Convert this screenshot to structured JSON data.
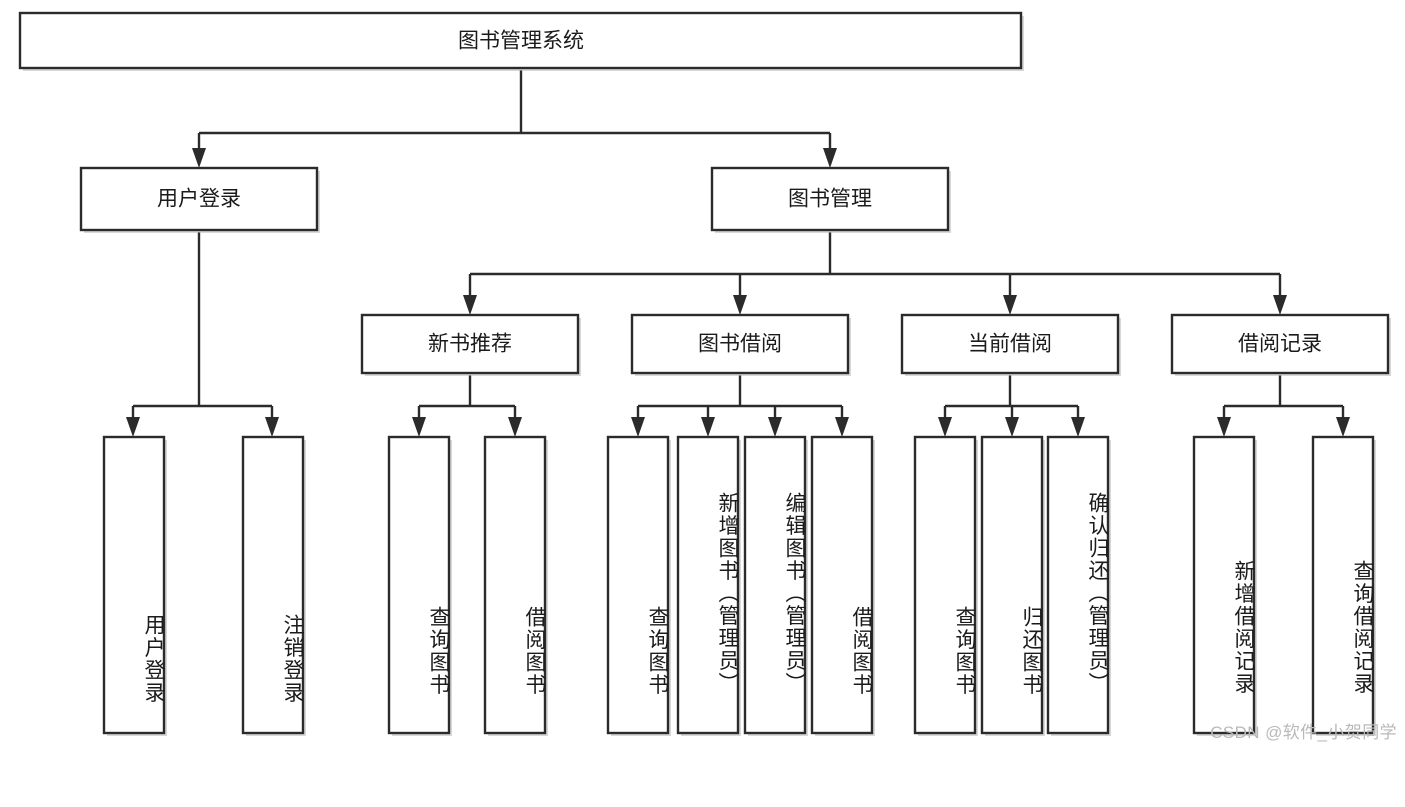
{
  "diagram": {
    "type": "hierarchy-tree",
    "title": "图书管理系统",
    "watermark": "CSDN @软件_小贺同学",
    "colors": {
      "stroke": "#2b2b2b",
      "fill": "#ffffff",
      "text": "#1b1b1b",
      "watermark": "#b9b9b9",
      "background": "#ffffff"
    },
    "levels": [
      {
        "level": 1,
        "nodes": [
          {
            "id": "root",
            "label": "图书管理系统",
            "orientation": "horizontal"
          }
        ]
      },
      {
        "level": 2,
        "nodes": [
          {
            "id": "login",
            "label": "用户登录",
            "orientation": "horizontal",
            "parent": "root"
          },
          {
            "id": "bookmgmt",
            "label": "图书管理",
            "orientation": "horizontal",
            "parent": "root"
          }
        ]
      },
      {
        "level": 3,
        "nodes": [
          {
            "id": "newbook",
            "label": "新书推荐",
            "orientation": "horizontal",
            "parent": "bookmgmt"
          },
          {
            "id": "borrow",
            "label": "图书借阅",
            "orientation": "horizontal",
            "parent": "bookmgmt"
          },
          {
            "id": "current",
            "label": "当前借阅",
            "orientation": "horizontal",
            "parent": "bookmgmt"
          },
          {
            "id": "records",
            "label": "借阅记录",
            "orientation": "horizontal",
            "parent": "bookmgmt"
          }
        ]
      },
      {
        "level": 4,
        "nodes": [
          {
            "id": "leaf1",
            "label": "用户登录",
            "orientation": "vertical",
            "parent": "login"
          },
          {
            "id": "leaf2",
            "label": "注销登录",
            "orientation": "vertical",
            "parent": "login"
          },
          {
            "id": "leaf3",
            "label": "查询图书",
            "orientation": "vertical",
            "parent": "newbook"
          },
          {
            "id": "leaf4",
            "label": "借阅图书",
            "orientation": "vertical",
            "parent": "newbook"
          },
          {
            "id": "leaf5",
            "label": "查询图书",
            "orientation": "vertical",
            "parent": "borrow"
          },
          {
            "id": "leaf6",
            "label": "新增图书（管理员）",
            "orientation": "vertical",
            "parent": "borrow"
          },
          {
            "id": "leaf7",
            "label": "编辑图书（管理员）",
            "orientation": "vertical",
            "parent": "borrow"
          },
          {
            "id": "leaf8",
            "label": "借阅图书",
            "orientation": "vertical",
            "parent": "borrow"
          },
          {
            "id": "leaf9",
            "label": "查询图书",
            "orientation": "vertical",
            "parent": "current"
          },
          {
            "id": "leaf10",
            "label": "归还图书",
            "orientation": "vertical",
            "parent": "current"
          },
          {
            "id": "leaf11",
            "label": "确认归还（管理员）",
            "orientation": "vertical",
            "parent": "current"
          },
          {
            "id": "leaf12",
            "label": "新增借阅记录",
            "orientation": "vertical",
            "parent": "records"
          },
          {
            "id": "leaf13",
            "label": "查询借阅记录",
            "orientation": "vertical",
            "parent": "records"
          }
        ]
      }
    ]
  }
}
